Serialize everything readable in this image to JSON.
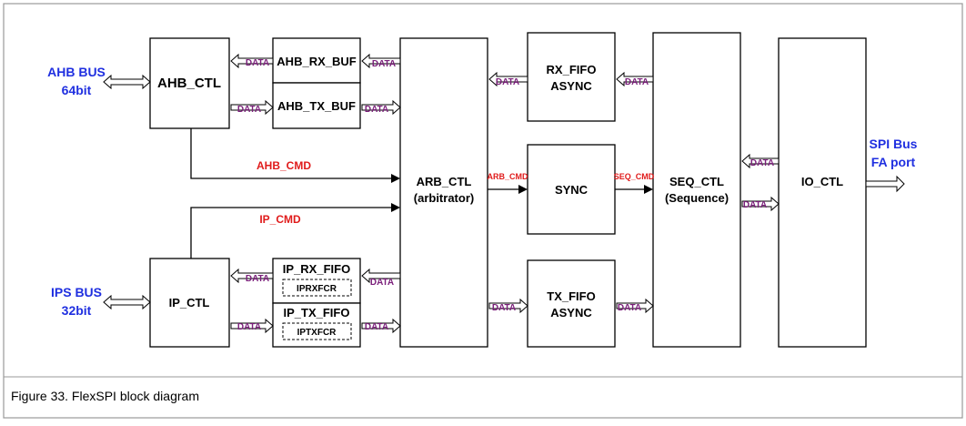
{
  "caption": "Figure 33.  FlexSPI block diagram",
  "colors": {
    "bus_label": "#1f2fe0",
    "cmd_label": "#e01b1b",
    "data_label": "#7a1f7a",
    "frame": "#999999"
  },
  "labels": {
    "ahb_bus_line1": "AHB BUS",
    "ahb_bus_line2": "64bit",
    "ips_bus_line1": "IPS BUS",
    "ips_bus_line2": "32bit",
    "spi_bus_line1": "SPI Bus",
    "spi_bus_line2": "FA port"
  },
  "blocks": {
    "ahb_ctl": "AHB_CTL",
    "ahb_rx_buf": "AHB_RX_BUF",
    "ahb_tx_buf": "AHB_TX_BUF",
    "ip_ctl": "IP_CTL",
    "ip_rx_fifo": "IP_RX_FIFO",
    "iprxfcr": "IPRXFCR",
    "ip_tx_fifo": "IP_TX_FIFO",
    "iptxfcr": "IPTXFCR",
    "arb_ctl_line1": "ARB_CTL",
    "arb_ctl_line2": "(arbitrator)",
    "rx_fifo_line1": "RX_FIFO",
    "rx_fifo_line2": "ASYNC",
    "sync": "SYNC",
    "tx_fifo_line1": "TX_FIFO",
    "tx_fifo_line2": "ASYNC",
    "seq_ctl_line1": "SEQ_CTL",
    "seq_ctl_line2": "(Sequence)",
    "io_ctl": "IO_CTL"
  },
  "signals": {
    "ahb_cmd": "AHB_CMD",
    "ip_cmd": "IP_CMD",
    "arb_cmd": "ARB_CMD",
    "seq_cmd": "SEQ_CMD",
    "data": "DATA"
  }
}
